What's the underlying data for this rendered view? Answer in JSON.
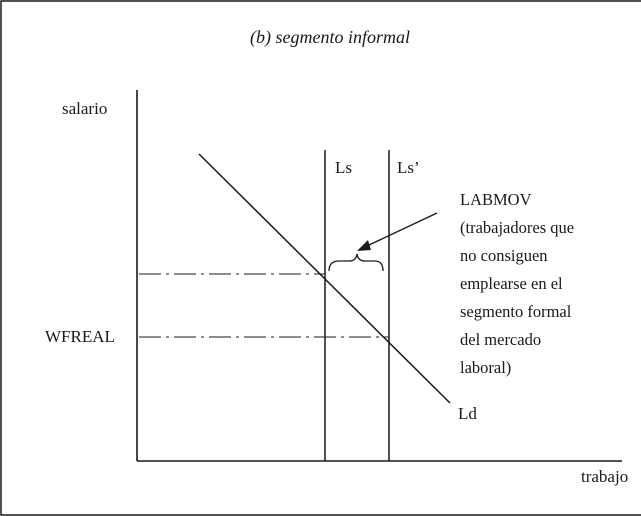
{
  "diagram": {
    "title": "(b) segmento informal",
    "y_axis_label": "salario",
    "x_axis_label": "trabajo",
    "wage_label": "WFREAL",
    "supply_curve_label": "Ls",
    "supply_curve_shifted_label": "Ls’",
    "demand_curve_label": "Ld",
    "annotation": {
      "heading": "LABMOV",
      "lines": [
        "(trabajadores que",
        "no consiguen",
        "emplearse en el",
        "segmento formal",
        "del mercado",
        "laboral)"
      ]
    }
  }
}
